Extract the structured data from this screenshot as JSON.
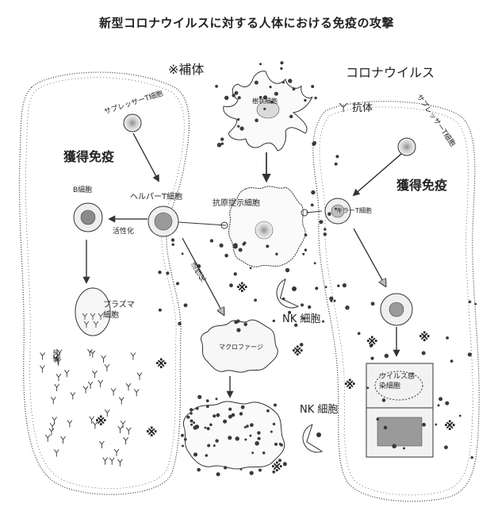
{
  "title": "新型コロナウイルスに対する人体における免疫の攻撃",
  "labels": {
    "complement_top": "※補体",
    "coronavirus": "コロナウイルス",
    "antibody_right": "抗体",
    "suppressor_left": "サプレッサーT細胞",
    "suppressor_right": "サプレッサーT細胞",
    "dendritic": "樹状細胞",
    "acquired_left": "獲得免疫",
    "acquired_right": "獲得免疫",
    "b_cell": "B細胞",
    "helper_t": "ヘルパーT細胞",
    "apc": "抗原提示細胞",
    "killer_t": "キラーT細胞",
    "activation_left": "活性化",
    "activation_diag": "活性化",
    "plasma": "プラズマ細胞",
    "macrophage": "マクロファージ",
    "nk1": "NK 細胞",
    "nk2": "NK 細胞",
    "antibody_left": "抗体",
    "infected_cell": "ウイルス感染細胞"
  },
  "marks": {
    "complement": "※",
    "antibody_glyph": "Y"
  },
  "colors": {
    "ink": "#222222",
    "cell_fill": "#dcdcdc",
    "nucleus": "#8a8a8a",
    "dot": "#3a3a3a"
  }
}
